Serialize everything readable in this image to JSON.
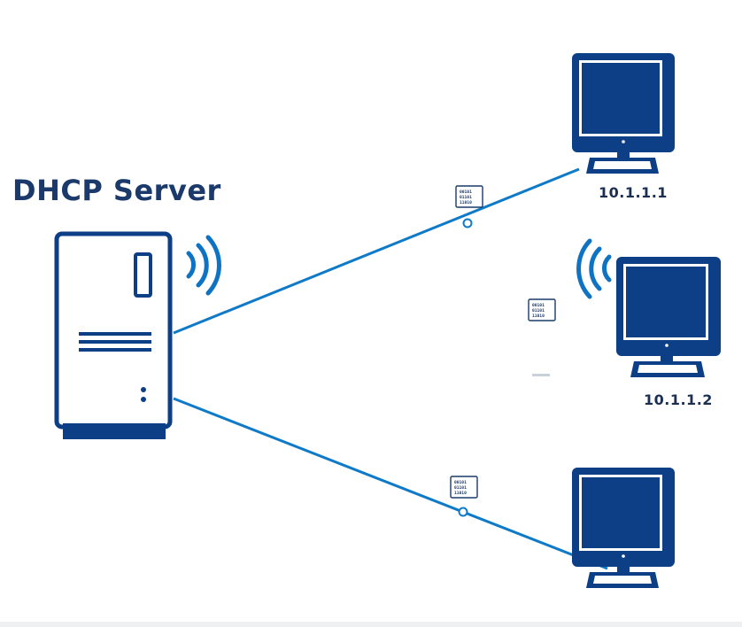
{
  "title": "DHCP Server",
  "clients": [
    {
      "ip": "10.1.1.1"
    },
    {
      "ip": "10.1.1.2"
    },
    {
      "ip": ""
    }
  ],
  "packet_bits": [
    "00101",
    "01101",
    "11010"
  ],
  "colors": {
    "navy": "#0d3f86",
    "dark_navy": "#1b3a6b",
    "link_blue": "#0f7ac8",
    "signal_blue": "#0f73c3"
  },
  "icons": [
    "server-icon",
    "wifi-signal-icon",
    "monitor-icon",
    "data-packet-icon"
  ]
}
